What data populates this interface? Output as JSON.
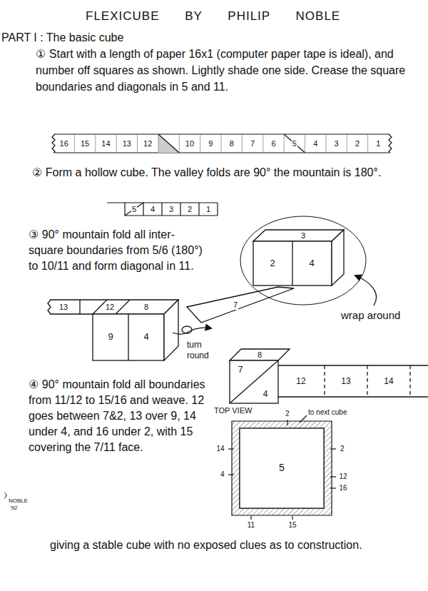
{
  "diagram": {
    "title": "FLEXICUBE BY PHILIP NOBLE",
    "labels": [
      "PART I : The basic cube",
      "① Start with a length of paper 16x1 (computer paper tape is ideal), and number off squares as shown. Lightly shade one side. Crease the square boundaries and diagonals in 5 and 11.",
      "16",
      "15",
      "14",
      "13",
      "12",
      "10",
      "9",
      "8",
      "7",
      "6",
      "5",
      "4",
      "3",
      "2",
      "1",
      "② Form a hollow cube. The valley folds are 90° the mountain is 180°.",
      "5",
      "4",
      "3",
      "2",
      "1",
      "③ 90° mountain fold all inter-square boundaries from 5/6 (180°) to 10/11 and form diagonal in 11.",
      "3",
      "2",
      "4",
      "7",
      "wrap around",
      "13",
      "12",
      "8",
      "9",
      "4",
      "turn round",
      "④ 90° mountain fold all boundaries from 11/12 to 15/16 and weave. 12 goes between 7&2, 13 over 9, 14 under 4, and 16 under 2, with 15 covering the 7/11 face.",
      "8",
      "7",
      "4",
      "12",
      "13",
      "14",
      "TOP VIEW",
      "5",
      "2",
      "to next cube",
      "14",
      "4",
      "2",
      "12",
      "16",
      "11",
      "15",
      "giving a stable cube with no exposed clues as to construction.",
      "NOBLE",
      "'92"
    ]
  }
}
